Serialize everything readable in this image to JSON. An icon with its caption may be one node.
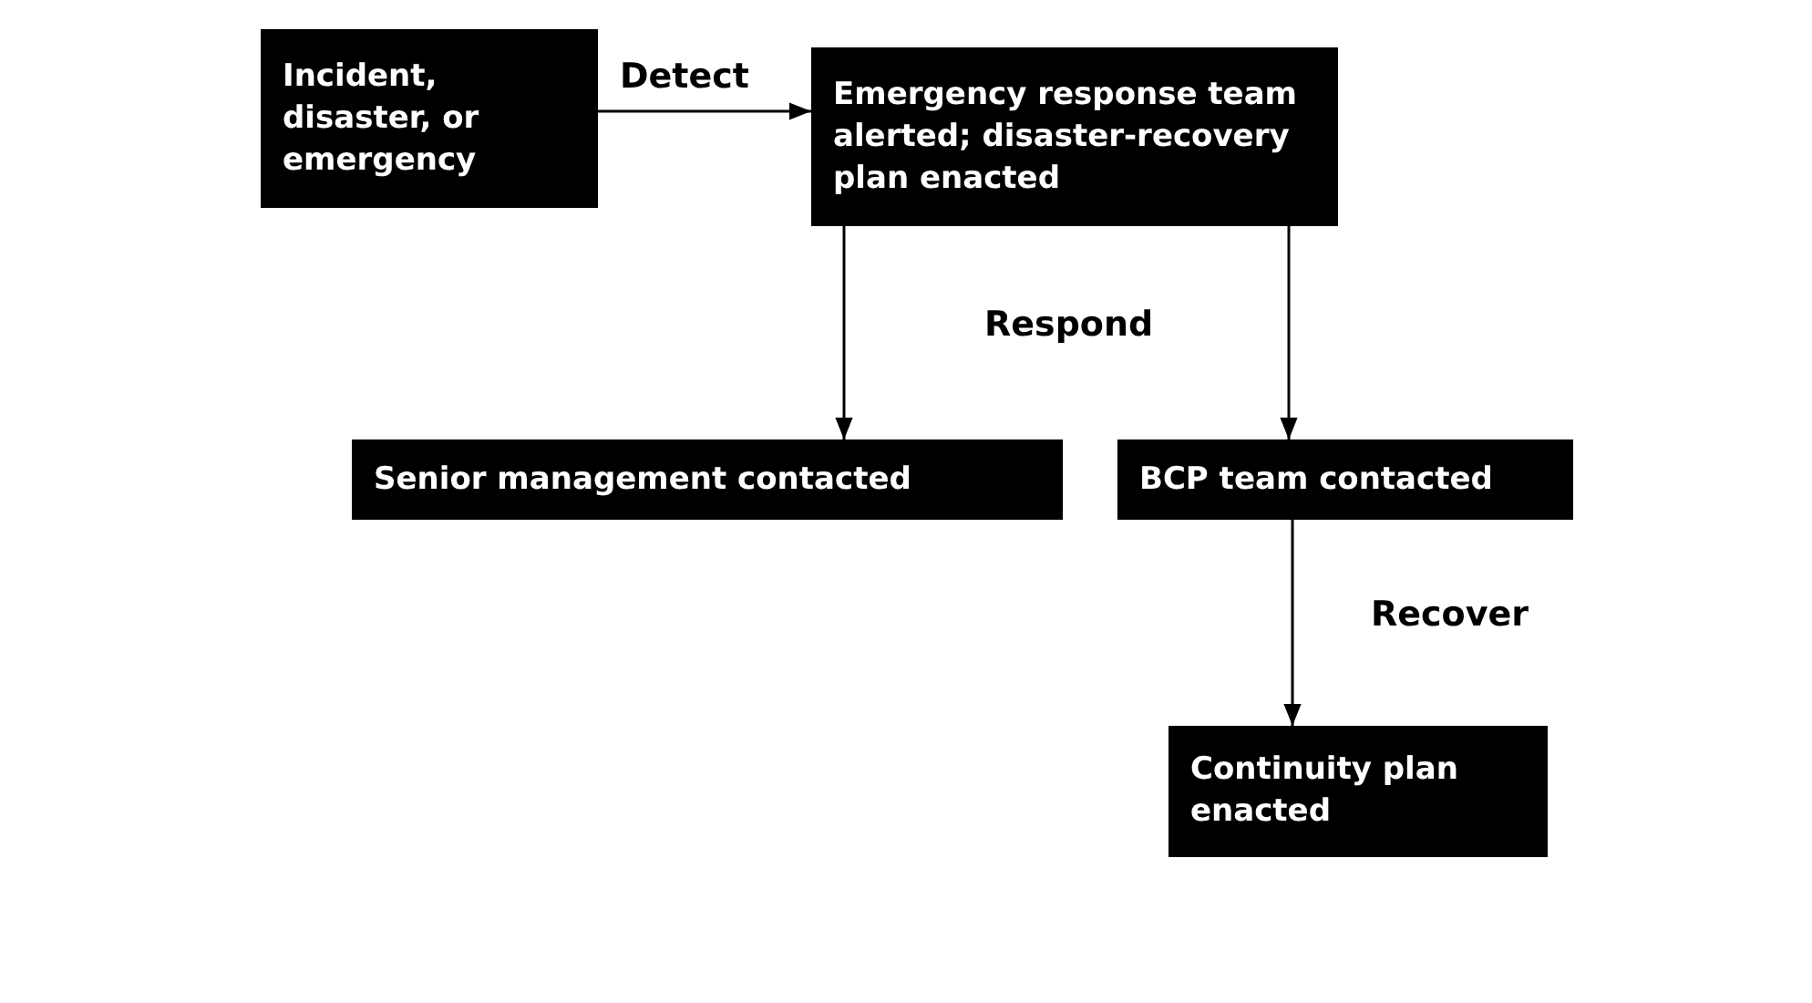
{
  "diagram": {
    "nodes": [
      {
        "text": [
          "Incident, disaster, or emergency"
        ]
      },
      {
        "text": [
          "Emergency response team alerted; disaster-recovery plan enacted"
        ]
      },
      {
        "text": [
          "Senior management contacted"
        ]
      },
      {
        "text": [
          "BCP team contacted"
        ]
      },
      {
        "text": [
          "Continuity plan enacted"
        ]
      }
    ],
    "edges": [
      {
        "from": 0,
        "to": 1,
        "arrow": "to",
        "label": "Detect"
      },
      {
        "from": 1,
        "to": 2,
        "arrow": "to"
      },
      {
        "from": 1,
        "to": 3,
        "arrow": "to"
      },
      {
        "from": 3,
        "to": 4,
        "arrow": "to"
      }
    ],
    "labels": [
      "Respond",
      "Recover"
    ]
  }
}
